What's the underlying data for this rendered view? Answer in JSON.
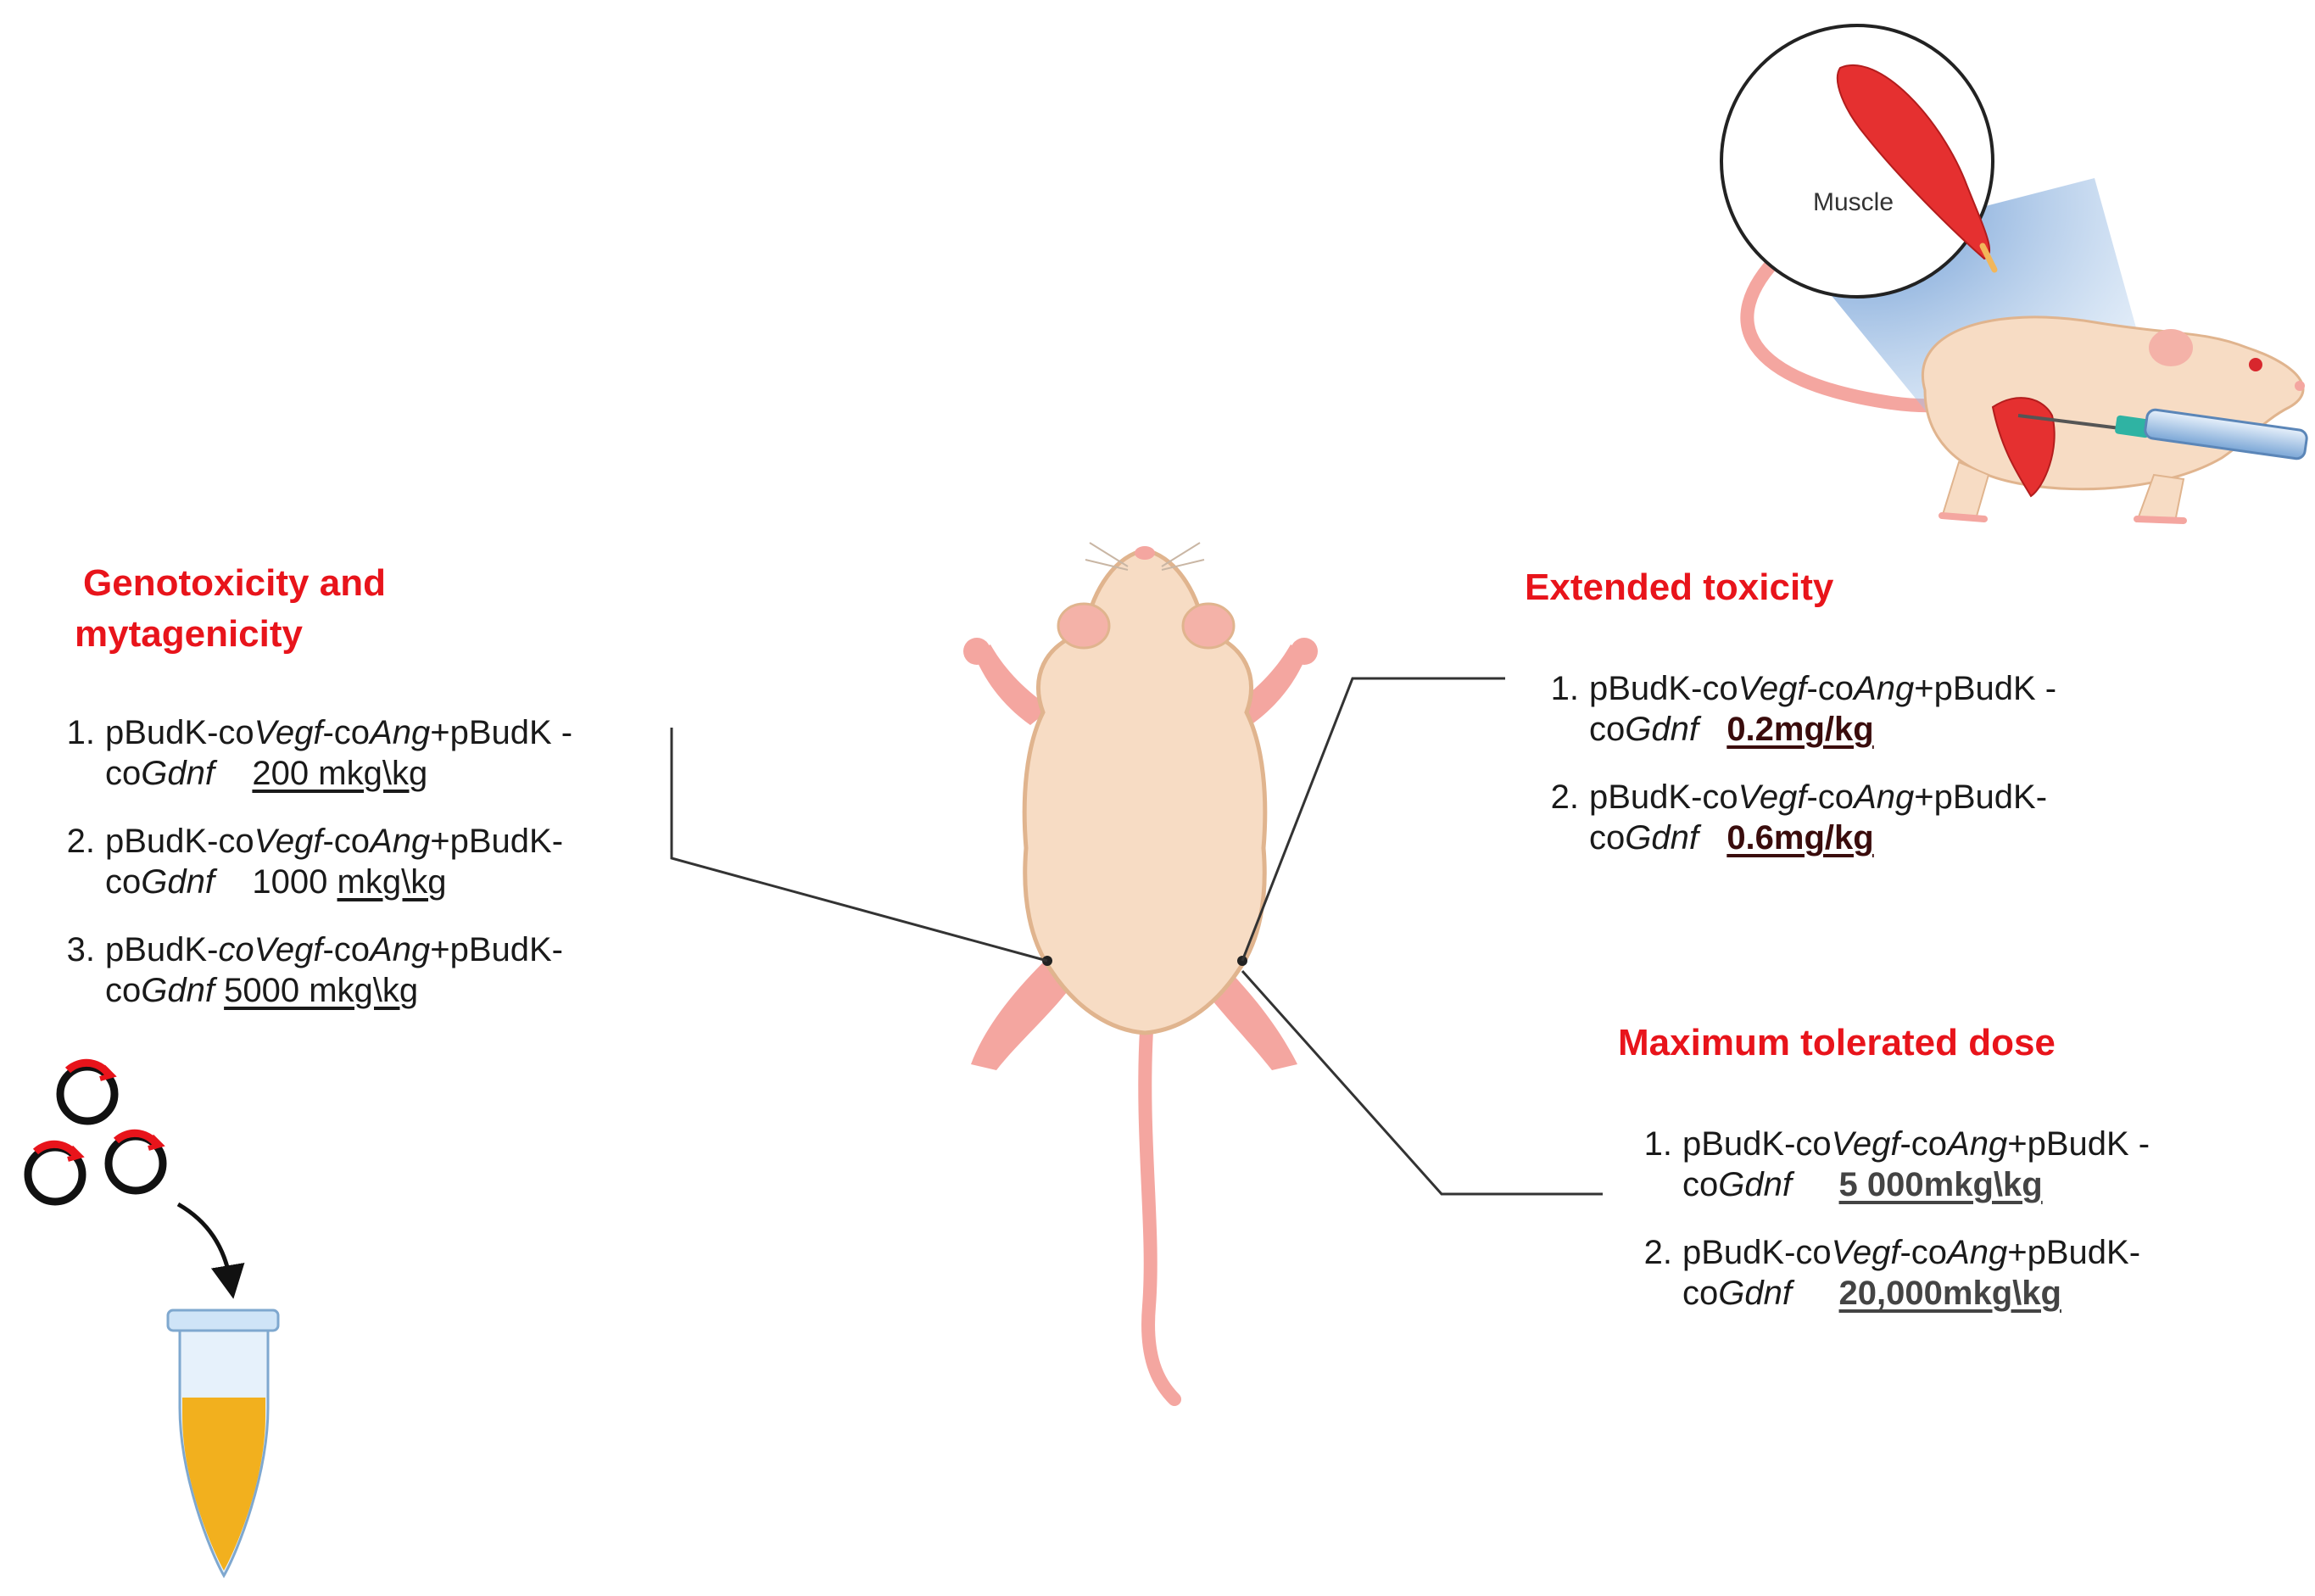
{
  "magnifier": {
    "label": "Muscle"
  },
  "sections": {
    "genotox": {
      "title_line1": "Genotoxicity and",
      "title_line2": "mytagenicity",
      "items": [
        {
          "num": "1.",
          "l1": [
            "pBudK-co",
            "Vegf",
            "-co",
            "Ang",
            "+pBudK -"
          ],
          "l2": [
            "co",
            "Gdnf"
          ],
          "dose": "200 mkg\\kg"
        },
        {
          "num": "2.",
          "l1": [
            "pBudK-co",
            "Vegf",
            "-co",
            "Ang",
            "+pBudK-"
          ],
          "l2": [
            "co",
            "Gdnf"
          ],
          "dose_pre": "1000 ",
          "dose": "mkg\\kg"
        },
        {
          "num": "3.",
          "l1": [
            "pBudK-",
            "coVegf",
            "-co",
            "Ang",
            "+pBudK-"
          ],
          "l2": [
            "co",
            "Gdnf"
          ],
          "dose": "5000 mkg\\kg"
        }
      ]
    },
    "extended": {
      "title": "Extended toxicity",
      "items": [
        {
          "num": "1.",
          "l1": [
            "pBudK-co",
            "Vegf",
            "-co",
            "Ang",
            "+pBudK -"
          ],
          "l2": [
            "co",
            "Gdnf"
          ],
          "dose": "0.2mg/kg"
        },
        {
          "num": "2.",
          "l1": [
            "pBudK-co",
            "Vegf",
            "-co",
            "Ang",
            "+pBudK-"
          ],
          "l2": [
            "co",
            "Gdnf"
          ],
          "dose": "0.6mg/kg"
        }
      ]
    },
    "mtd": {
      "title": "Maximum tolerated dose",
      "items": [
        {
          "num": "1.",
          "l1": [
            "pBudK-co",
            "Vegf",
            "-co",
            "Ang",
            "+pBudK -"
          ],
          "l2": [
            "co",
            "Gdnf"
          ],
          "dose": "5 000mkg\\kg"
        },
        {
          "num": "2.",
          "l1": [
            "pBudK-co",
            "Vegf",
            "-co",
            "Ang",
            "+pBudK-"
          ],
          "l2": [
            "co",
            "Gdnf"
          ],
          "dose": "20,000mkg\\kg"
        }
      ]
    }
  },
  "colors": {
    "heading": "#e8141b",
    "body": "#f7dcc4",
    "body_outline": "#e0b48e",
    "paw": "#f4a6a0",
    "muscle": "#e53030",
    "liquid": "#f2b01e"
  }
}
